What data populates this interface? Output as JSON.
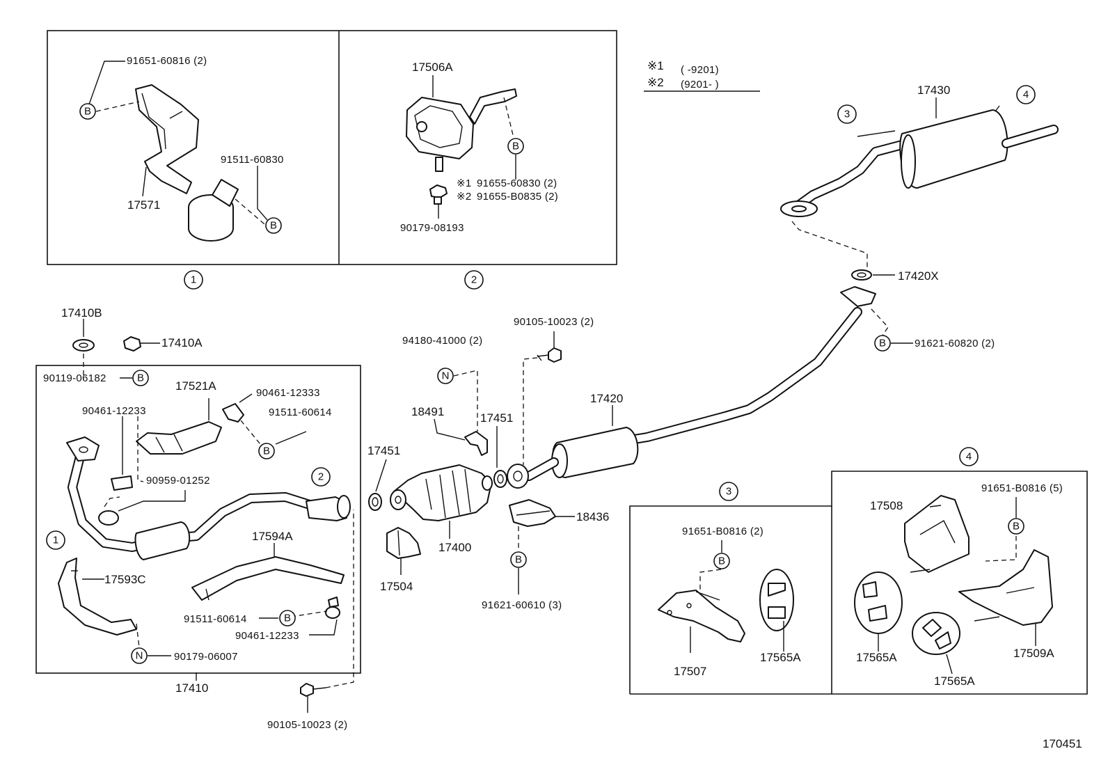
{
  "legend": {
    "mark1": "※1",
    "mark1_range": "(      -9201)",
    "mark2": "※2",
    "mark2_range": "(9201-        )"
  },
  "callouts": {
    "c1": "1",
    "c2": "2",
    "c3": "3",
    "c4": "4",
    "b": "B",
    "n": "N"
  },
  "labels": {
    "p91651_60816": "91651-60816 (2)",
    "p17571": "17571",
    "p91511_60830": "91511-60830",
    "p17506A": "17506A",
    "p91655_60830": "91655-60830 (2)",
    "p91655_B0835": "91655-B0835 (2)",
    "p90179_08193": "90179-08193",
    "p17430": "17430",
    "p17420X": "17420X",
    "p91621_60820": "91621-60820 (2)",
    "p17410B": "17410B",
    "p17410A": "17410A",
    "p90119_06182": "90119-06182",
    "p17521A": "17521A",
    "p90461_12333": "90461-12333",
    "p90461_12233a": "90461-12233",
    "p91511_60614a": "91511-60614",
    "p90959_01252": "90959-01252",
    "p17594A": "17594A",
    "p17593C": "17593C",
    "p91511_60614b": "91511-60614",
    "p90461_12233b": "90461-12233",
    "p90179_06007": "90179-06007",
    "p17410": "17410",
    "p90105_10023a": "90105-10023 (2)",
    "p94180_41000": "94180-41000 (2)",
    "p90105_10023b": "90105-10023 (2)",
    "p18491": "18491",
    "p17451a": "17451",
    "p17451b": "17451",
    "p17420": "17420",
    "p17400": "17400",
    "p17504": "17504",
    "p18436": "18436",
    "p91621_60610": "91621-60610 (3)",
    "p91651_B0816a": "91651-B0816 (2)",
    "p17507": "17507",
    "p17565A_a": "17565A",
    "p17508": "17508",
    "p91651_B0816b": "91651-B0816 (5)",
    "p17565A_b": "17565A",
    "p17565A_c": "17565A",
    "p17509A": "17509A",
    "p170451": "170451"
  }
}
